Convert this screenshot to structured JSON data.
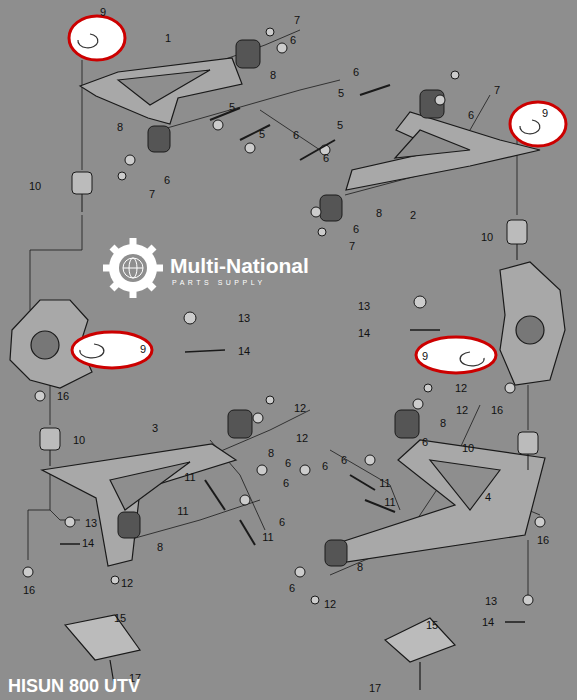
{
  "diagram": {
    "caption": "HISUN 800 UTV",
    "labels": [
      "9",
      "1",
      "7",
      "6",
      "8",
      "5",
      "5",
      "6",
      "5",
      "6",
      "8",
      "6",
      "7",
      "10",
      "6",
      "5",
      "7",
      "6",
      "9",
      "2",
      "8",
      "6",
      "7",
      "10",
      "13",
      "14",
      "9",
      "16",
      "13",
      "14",
      "9",
      "16",
      "10",
      "3",
      "12",
      "12",
      "8",
      "6",
      "6",
      "11",
      "11",
      "6",
      "11",
      "8",
      "12",
      "13",
      "14",
      "16",
      "15",
      "17",
      "12",
      "12",
      "8",
      "6",
      "6",
      "6",
      "11",
      "11",
      "10",
      "4",
      "8",
      "6",
      "12",
      "16",
      "13",
      "14",
      "15",
      "17",
      "Multi-National",
      "PARTS SUPPLY"
    ]
  }
}
